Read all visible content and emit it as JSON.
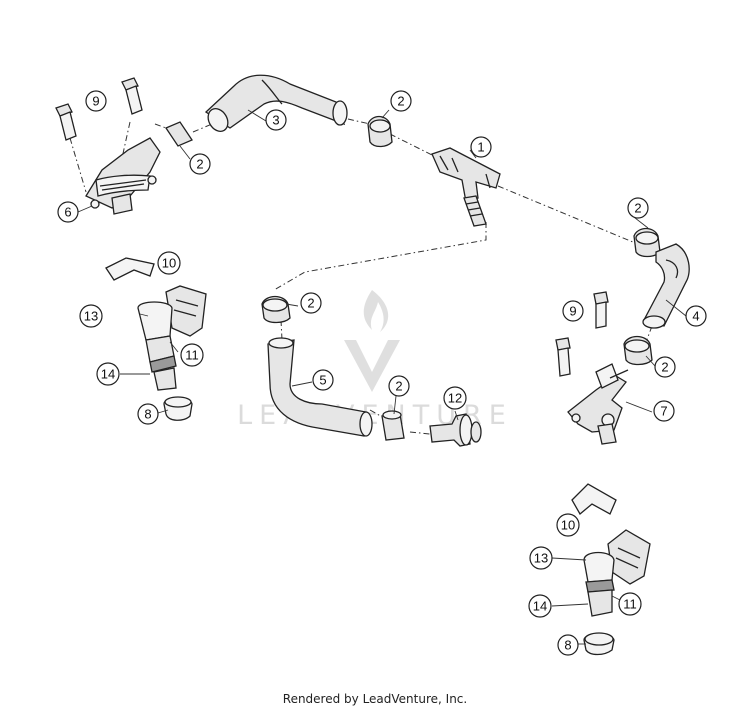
{
  "watermark": {
    "brand": "LEADVENTURE"
  },
  "callouts": [
    "1",
    "2",
    "2",
    "2",
    "2",
    "2",
    "2",
    "3",
    "4",
    "5",
    "6",
    "7",
    "8",
    "8",
    "9",
    "9",
    "10",
    "10",
    "11",
    "11",
    "12",
    "13",
    "13",
    "14",
    "14"
  ],
  "footer": {
    "credit": "Rendered by LeadVenture, Inc."
  }
}
